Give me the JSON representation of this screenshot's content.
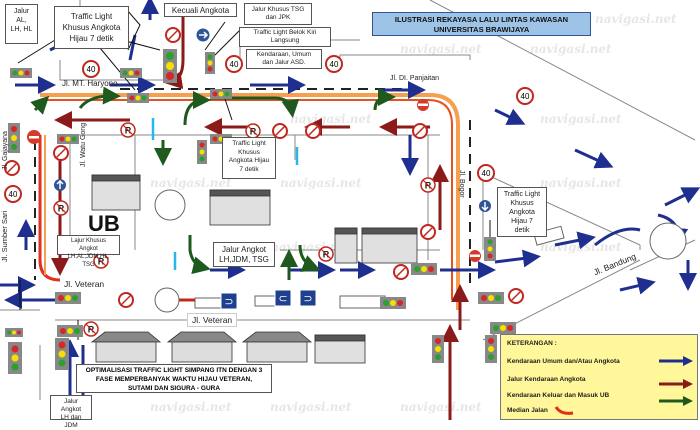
{
  "title": "ILUSTRASI REKAYASA LALU LINTAS KAWASAN UNIVERSITAS BRAWIJAYA",
  "title_lines": [
    "ILUSTRASI REKAYASA LALU LINTAS KAWASAN",
    "UNIVERSITAS BRAWIJAYA"
  ],
  "watermark": "navigasi.net",
  "campus_label": "UB",
  "roads": {
    "mt_haryono": "Jl. MT. Haryono",
    "di_panjaitan": "Jl. DI. Panjaitan",
    "gajayana": "Jl. Gajayana",
    "sumber_sari": "Jl. Sumber Sari",
    "watu_gong": "Jl. Watu Gong",
    "bogor": "Jl. Bogor",
    "bandung": "Jl. Bandung",
    "veteran_left": "Jl. Veteran",
    "veteran_center": "Jl. Veteran"
  },
  "callouts": {
    "jalur_al": [
      "Jalur",
      "AL,",
      "LH, HL"
    ],
    "tl_angkota_top": [
      "Traffic Light",
      "Khusus Angkota",
      "Hijau 7 detik"
    ],
    "kecuali_angkota": "Kecuali Angkota",
    "jalur_tsg_jpk": [
      "Jalur Khusus TSG",
      "dan JPK"
    ],
    "tl_belok_kiri": [
      "Traffic Light Belok Kiri",
      "Langsung"
    ],
    "kendaraan_umum": [
      "Kendaraan, Umum",
      "dan Jalur ASD."
    ],
    "tl_angkota_center": [
      "Traffic Light",
      "Khusus",
      "Angkota Hijau",
      "7 detik"
    ],
    "tl_angkota_right": [
      "Traffic Light",
      "Khusus",
      "Angkota",
      "Hijau 7",
      "detik"
    ],
    "lajur_khusus": [
      "Lajur Khusus Angkot",
      "LH,AL,JDM,HL, TSG"
    ],
    "jalur_angkot_center": [
      "Jalur Angkot",
      "LH,JDM, TSG"
    ],
    "jalur_angkot_bottom": [
      "Jalur Angkot",
      "LH dan JDM"
    ],
    "optimalisasi": [
      "OPTIMALISASI TRAFFIC LIGHT SIMPANG ITN DENGAN 3",
      "FASE MEMPERBANYAK WAKTU HIJAU VETERAN,",
      "SUTAMI DAN SIGURA - GURA"
    ]
  },
  "speed_limit": "40",
  "legend": {
    "heading": "KETERANGAN :",
    "items": [
      {
        "label": "Kendaraan Umum dan/Atau Angkota",
        "color": "#1f2f8f",
        "type": "arrow"
      },
      {
        "label": "Jalur Kendaraan Angkota",
        "color": "#8b1a1a",
        "type": "arrow"
      },
      {
        "label": "Kendaraan Keluar dan Masuk UB",
        "color": "#1e5a1e",
        "type": "arrow"
      },
      {
        "label": "Median Jalan",
        "color": "#e03020",
        "type": "curve"
      }
    ]
  },
  "colors": {
    "title_bg": "#9dc3e6",
    "legend_bg": "#fff799",
    "median": "#e8501e",
    "median_outer": "#f5a050",
    "blue_arrow": "#1f2f8f",
    "red_arrow": "#8b1a1a",
    "green_arrow": "#1e5a1e",
    "cyan_lane": "#29b6e8"
  }
}
